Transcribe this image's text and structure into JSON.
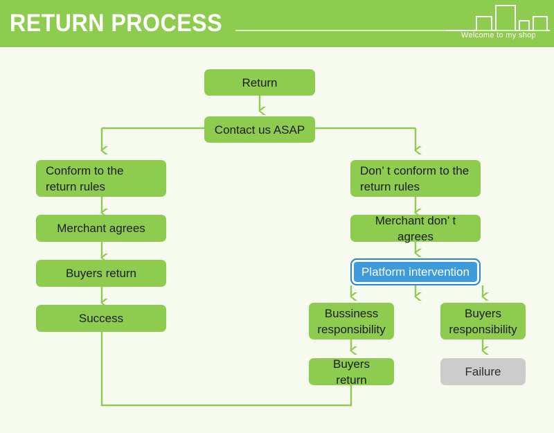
{
  "header": {
    "title": "RETURN PROCESS",
    "tagline": "Welcome to my shop",
    "brand_green": "#8dcc4e",
    "rule_color": "#e9f6d8",
    "skyline_icon": "city-skyline-icon"
  },
  "canvas": {
    "background": "#f7fbef",
    "connector_color": "#8dcc4e"
  },
  "chart_data": {
    "type": "flowchart",
    "title": "RETURN PROCESS",
    "orientation": "top-down",
    "node_fill": "#8dcc4e",
    "highlight_fill": "#3d9bdc",
    "terminal_fill": "#cccccc",
    "nodes": [
      {
        "id": "return",
        "label": "Return",
        "style": "green",
        "align": "center"
      },
      {
        "id": "contact",
        "label": "Contact us ASAP",
        "style": "green",
        "align": "center"
      },
      {
        "id": "conform",
        "label": "Conform to the return rules",
        "style": "green",
        "align": "left"
      },
      {
        "id": "merchant-agrees",
        "label": "Merchant agrees",
        "style": "green",
        "align": "center"
      },
      {
        "id": "buyers-return-l",
        "label": "Buyers return",
        "style": "green",
        "align": "center"
      },
      {
        "id": "success",
        "label": "Success",
        "style": "green",
        "align": "center"
      },
      {
        "id": "not-conform",
        "label": "Don’ t conform to the return rules",
        "style": "green",
        "align": "left"
      },
      {
        "id": "merchant-refuse",
        "label": "Merchant don’ t agrees",
        "style": "green",
        "align": "center"
      },
      {
        "id": "platform",
        "label": "Platform intervention",
        "style": "blue",
        "align": "center"
      },
      {
        "id": "business-resp",
        "label": "Bussiness responsibility",
        "style": "green",
        "align": "center"
      },
      {
        "id": "buyers-resp",
        "label": "Buyers responsibility",
        "style": "green",
        "align": "center"
      },
      {
        "id": "buyers-return-r",
        "label": "Buyers return",
        "style": "green",
        "align": "center"
      },
      {
        "id": "failure",
        "label": "Failure",
        "style": "gray",
        "align": "center"
      }
    ],
    "edges": [
      {
        "from": "return",
        "to": "contact"
      },
      {
        "from": "contact",
        "to": "conform"
      },
      {
        "from": "contact",
        "to": "not-conform"
      },
      {
        "from": "conform",
        "to": "merchant-agrees"
      },
      {
        "from": "merchant-agrees",
        "to": "buyers-return-l"
      },
      {
        "from": "buyers-return-l",
        "to": "success"
      },
      {
        "from": "not-conform",
        "to": "merchant-refuse"
      },
      {
        "from": "merchant-refuse",
        "to": "platform"
      },
      {
        "from": "platform",
        "to": "business-resp"
      },
      {
        "from": "platform",
        "to": "buyers-resp"
      },
      {
        "from": "business-resp",
        "to": "buyers-return-r"
      },
      {
        "from": "buyers-resp",
        "to": "failure"
      },
      {
        "from": "buyers-return-r",
        "to": "success"
      }
    ]
  }
}
